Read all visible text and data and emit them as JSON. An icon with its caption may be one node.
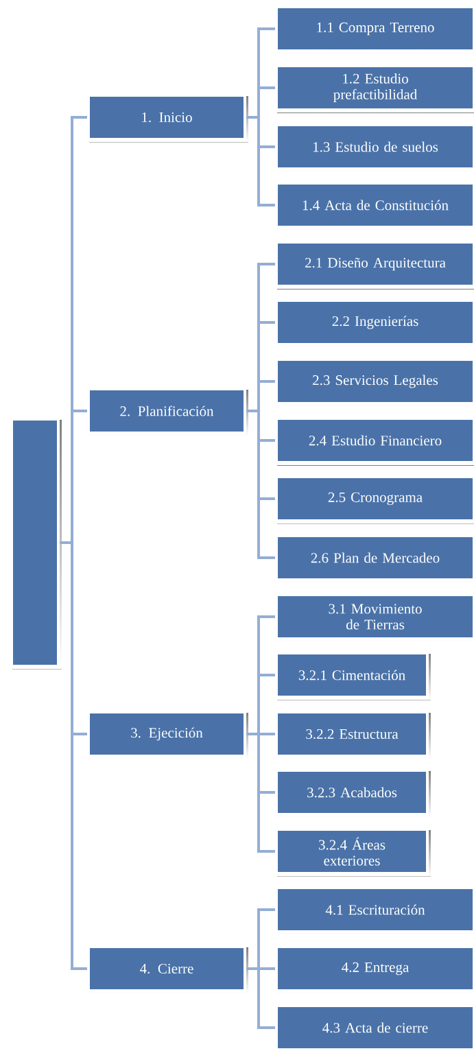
{
  "diagram": {
    "nodes": [
      {
        "text": [],
        "shape": "box"
      },
      {
        "text": [
          "1. Inicio"
        ]
      },
      {
        "text": [
          "1.1 Compra Terreno"
        ]
      },
      {
        "text": [
          "1.2 Estudio prefactibilidad"
        ]
      },
      {
        "text": [
          "1.3 Estudio de suelos"
        ]
      },
      {
        "text": [
          "1.4 Acta de Constitución"
        ]
      },
      {
        "text": [
          "2. Planificación"
        ]
      },
      {
        "text": [
          "2.1 Diseño Arquitectura"
        ]
      },
      {
        "text": [
          "2.2 Ingenierías"
        ]
      },
      {
        "text": [
          "2.3 Servicios Legales"
        ]
      },
      {
        "text": [
          "2.4 Estudio Financiero"
        ]
      },
      {
        "text": [
          "2.5 Cronograma"
        ]
      },
      {
        "text": [
          "2.6 Plan de Mercadeo"
        ]
      },
      {
        "text": [
          "3. Ejecición"
        ]
      },
      {
        "text": [
          "3.1 Movimiento de Tierras"
        ]
      },
      {
        "text": [
          "3.2.1 Cimentación"
        ]
      },
      {
        "text": [
          "3.2.2 Estructura"
        ]
      },
      {
        "text": [
          "3.2.3 Acabados"
        ]
      },
      {
        "text": [
          "3.2.4 Áreas exteriores"
        ]
      },
      {
        "text": [
          "4. Cierre"
        ]
      },
      {
        "text": [
          "4.1 Escrituración"
        ]
      },
      {
        "text": [
          "4.2 Entrega"
        ]
      },
      {
        "text": [
          "4.3 Acta de cierre"
        ]
      }
    ],
    "edges": [
      {
        "from": 0,
        "to": 1,
        "arrow": "none"
      },
      {
        "from": 0,
        "to": 6,
        "arrow": "none"
      },
      {
        "from": 0,
        "to": 13,
        "arrow": "none"
      },
      {
        "from": 0,
        "to": 19,
        "arrow": "none"
      },
      {
        "from": 1,
        "to": 2,
        "arrow": "none"
      },
      {
        "from": 1,
        "to": 3,
        "arrow": "none"
      },
      {
        "from": 1,
        "to": 4,
        "arrow": "none"
      },
      {
        "from": 1,
        "to": 5,
        "arrow": "none"
      },
      {
        "from": 6,
        "to": 7,
        "arrow": "none"
      },
      {
        "from": 6,
        "to": 8,
        "arrow": "none"
      },
      {
        "from": 6,
        "to": 9,
        "arrow": "none"
      },
      {
        "from": 6,
        "to": 10,
        "arrow": "none"
      },
      {
        "from": 6,
        "to": 11,
        "arrow": "none"
      },
      {
        "from": 6,
        "to": 12,
        "arrow": "none"
      },
      {
        "from": 13,
        "to": 14,
        "arrow": "none"
      },
      {
        "from": 13,
        "to": 15,
        "arrow": "none"
      },
      {
        "from": 13,
        "to": 16,
        "arrow": "none"
      },
      {
        "from": 13,
        "to": 17,
        "arrow": "none"
      },
      {
        "from": 13,
        "to": 18,
        "arrow": "none"
      },
      {
        "from": 19,
        "to": 20,
        "arrow": "none"
      },
      {
        "from": 19,
        "to": 21,
        "arrow": "none"
      },
      {
        "from": 19,
        "to": 22,
        "arrow": "none"
      }
    ]
  }
}
